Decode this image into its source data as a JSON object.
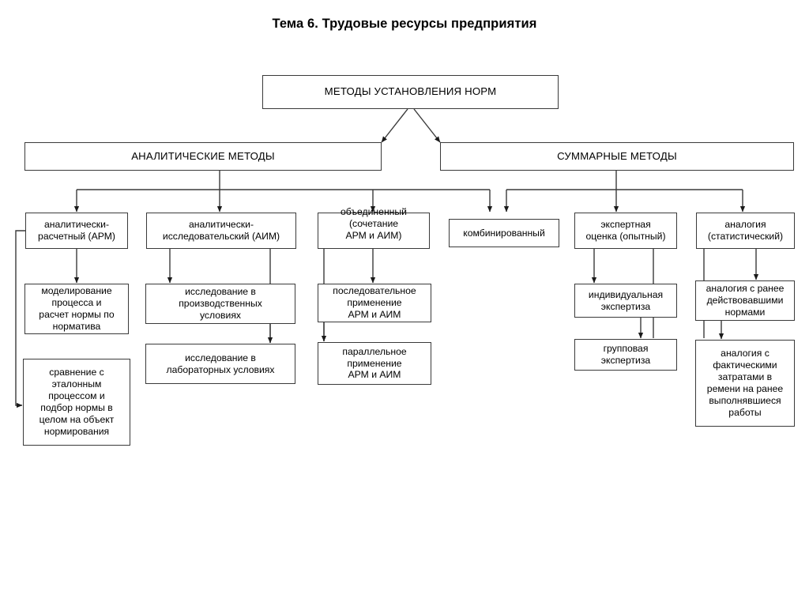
{
  "page": {
    "title": "Тема 6. Трудовые ресурсы предприятия",
    "background_color": "#ffffff",
    "line_color": "#3a3a3a",
    "text_color": "#000000"
  },
  "diagram": {
    "type": "hierarchy-tree",
    "root": {
      "id": "root",
      "label": "МЕТОДЫ УСТАНОВЛЕНИЯ НОРМ"
    },
    "level2": [
      {
        "id": "analytical",
        "label": "АНАЛИТИЧЕСКИЕ МЕТОДЫ"
      },
      {
        "id": "summary",
        "label": "СУММАРНЫЕ МЕТОДЫ"
      }
    ],
    "level3": [
      {
        "id": "arm",
        "label": "аналитически-\nрасчетный (АРМ)",
        "parent": "analytical"
      },
      {
        "id": "aim",
        "label": "аналитически-\nисследовательский (АИМ)",
        "parent": "analytical"
      },
      {
        "id": "combined_arm_aim",
        "label": "объединенный\n(сочетание\nАРМ и АИМ)",
        "parent": "analytical"
      },
      {
        "id": "kombinirovanny",
        "label": "комбинированный",
        "parent": "analytical,summary"
      },
      {
        "id": "expert",
        "label": "экспертная\nоценка (опытный)",
        "parent": "summary"
      },
      {
        "id": "analogy",
        "label": "аналогия\n(статистический)",
        "parent": "summary"
      }
    ],
    "level4": [
      {
        "id": "modelling",
        "label": "моделирование\nпроцесса и\nрасчет нормы по\nнорматива",
        "parent": "arm"
      },
      {
        "id": "etalon",
        "label": "сравнение с\nэталонным\nпроцессом и\nподбор нормы в\nцелом на объект\nнормирования",
        "parent": "arm"
      },
      {
        "id": "prod_research",
        "label": "исследование в\nпроизводственных\nусловиях",
        "parent": "aim"
      },
      {
        "id": "lab_research",
        "label": "исследование в\nлабораторных условиях",
        "parent": "aim"
      },
      {
        "id": "sequential",
        "label": "последовательное\nприменение\nАРМ и АИМ",
        "parent": "combined_arm_aim"
      },
      {
        "id": "parallel",
        "label": "параллельное\nприменение\nАРМ и АИМ",
        "parent": "combined_arm_aim"
      },
      {
        "id": "individual_expert",
        "label": "индивидуальная\nэкспертиза",
        "parent": "expert"
      },
      {
        "id": "group_expert",
        "label": "групповая\nэкспертиза",
        "parent": "expert"
      },
      {
        "id": "analogy_prev_norms",
        "label": "аналогия с ранее\nдействовавшими\nнормами",
        "parent": "analogy"
      },
      {
        "id": "analogy_actual_costs",
        "label": "аналогия с\nфактическими\nзатратами в\nремени на ранее\nвыполнявшиеся\nработы",
        "parent": "analogy"
      }
    ]
  }
}
